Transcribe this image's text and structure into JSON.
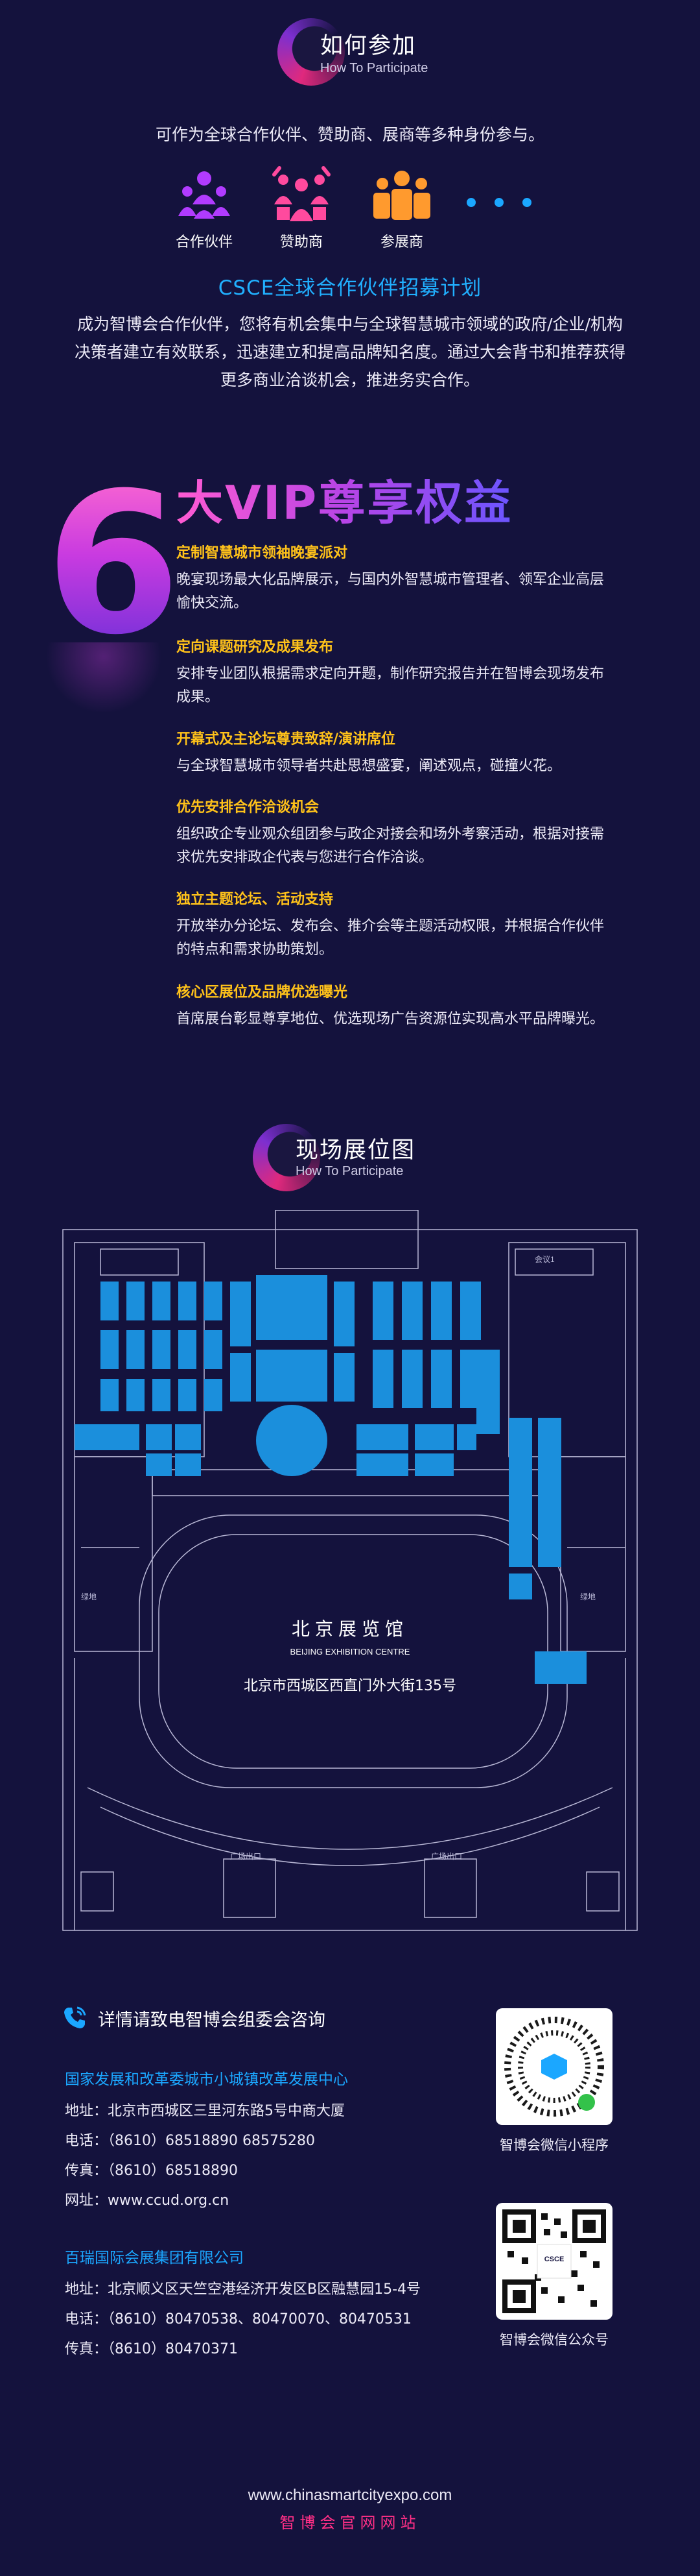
{
  "participate": {
    "title_cn": "如何参加",
    "title_en": "How To Participate",
    "intro": "可作为全球合作伙伴、赞助商、展商等多种身份参与。",
    "roles": [
      {
        "label": "合作伙伴",
        "icon": "partner-people-icon",
        "color": "#b13bff"
      },
      {
        "label": "赞助商",
        "icon": "sponsor-people-icon",
        "color": "#ff4a9e"
      },
      {
        "label": "参展商",
        "icon": "exhibitor-people-icon",
        "color": "#ff9a2e"
      }
    ],
    "more_icon": "more-dots-icon"
  },
  "recruit": {
    "title": "CSCE全球合作伙伴招募计划",
    "desc_lines": [
      "成为智博会合作伙伴，您将有机会集中与全球智慧城市领域的政府/企业/机构",
      "决策者建立有效联系，迅速建立和提高品牌知名度。通过大会背书和推荐获得",
      "更多商业洽谈机会，推进务实合作。"
    ]
  },
  "vip": {
    "number": "6",
    "title": "大VIP尊享权益",
    "benefits": [
      {
        "title": "定制智慧城市领袖晚宴派对",
        "lines": [
          "晚宴现场最大化品牌展示，与国内外智慧城市管理者、领军企业高层",
          "愉快交流。"
        ]
      },
      {
        "title": "定向课题研究及成果发布",
        "lines": [
          "安排专业团队根据需求定向开题，制作研究报告并在智博会现场发布",
          "成果。"
        ]
      },
      {
        "title": "开幕式及主论坛尊贵致辞/演讲席位",
        "lines": [
          "与全球智慧城市领导者共赴思想盛宴，阐述观点，碰撞火花。"
        ]
      },
      {
        "title": "优先安排合作洽谈机会",
        "lines": [
          "组织政企专业观众组团参与政企对接会和场外考察活动，根据对接需",
          "求优先安排政企代表与您进行合作洽谈。"
        ]
      },
      {
        "title": "独立主题论坛、活动支持",
        "lines": [
          "开放举办分论坛、发布会、推介会等主题活动权限，并根据合作伙伴",
          "的特点和需求协助策划。"
        ]
      },
      {
        "title": "核心区展位及品牌优选曝光",
        "lines": [
          "首席展台彰显尊享地位、优选现场广告资源位实现高水平品牌曝光。"
        ]
      }
    ]
  },
  "floorplan": {
    "title_cn": "现场展位图",
    "title_en": "How To Participate",
    "venue_cn": "北京展览馆",
    "venue_en": "BEIJING EXHIBITION CENTRE",
    "address": "北京市西城区西直门外大街135号",
    "labels": {
      "greenland": "绿地",
      "square": "广场出口",
      "room": "会议1"
    },
    "booth_color": "#1b8fdc",
    "line_color": "#b9b8d6"
  },
  "contact": {
    "heading": "详情请致电智博会组委会咨询",
    "icon": "phone-icon",
    "orgs": [
      {
        "name": "国家发展和改革委城市小城镇改革发展中心",
        "lines": [
          "地址：北京市西城区三里河东路5号中商大厦",
          "电话：（8610）68518890 68575280",
          "传真：（8610）68518890",
          "网址：www.ccud.org.cn"
        ]
      },
      {
        "name": "百瑞国际会展集团有限公司",
        "lines": [
          "地址：北京顺义区天竺空港经济开发区B区融慧园15-4号",
          "电话：（8610）80470538、80470070、80470531",
          "传真：（8610）80470371"
        ]
      }
    ],
    "qrs": [
      {
        "caption": "智博会微信小程序",
        "icon": "mini-program-qr-icon"
      },
      {
        "caption": "智博会微信公众号",
        "icon": "wechat-official-qr-icon",
        "logo_text": "CSCE"
      }
    ]
  },
  "footer": {
    "url": "www.chinasmartcityexpo.com",
    "sub": "智博会官网网站"
  },
  "colors": {
    "background": "#14123d",
    "accent_blue": "#1ba7ff",
    "accent_gold": "#ffc21a",
    "accent_pink": "#ff2f86"
  }
}
